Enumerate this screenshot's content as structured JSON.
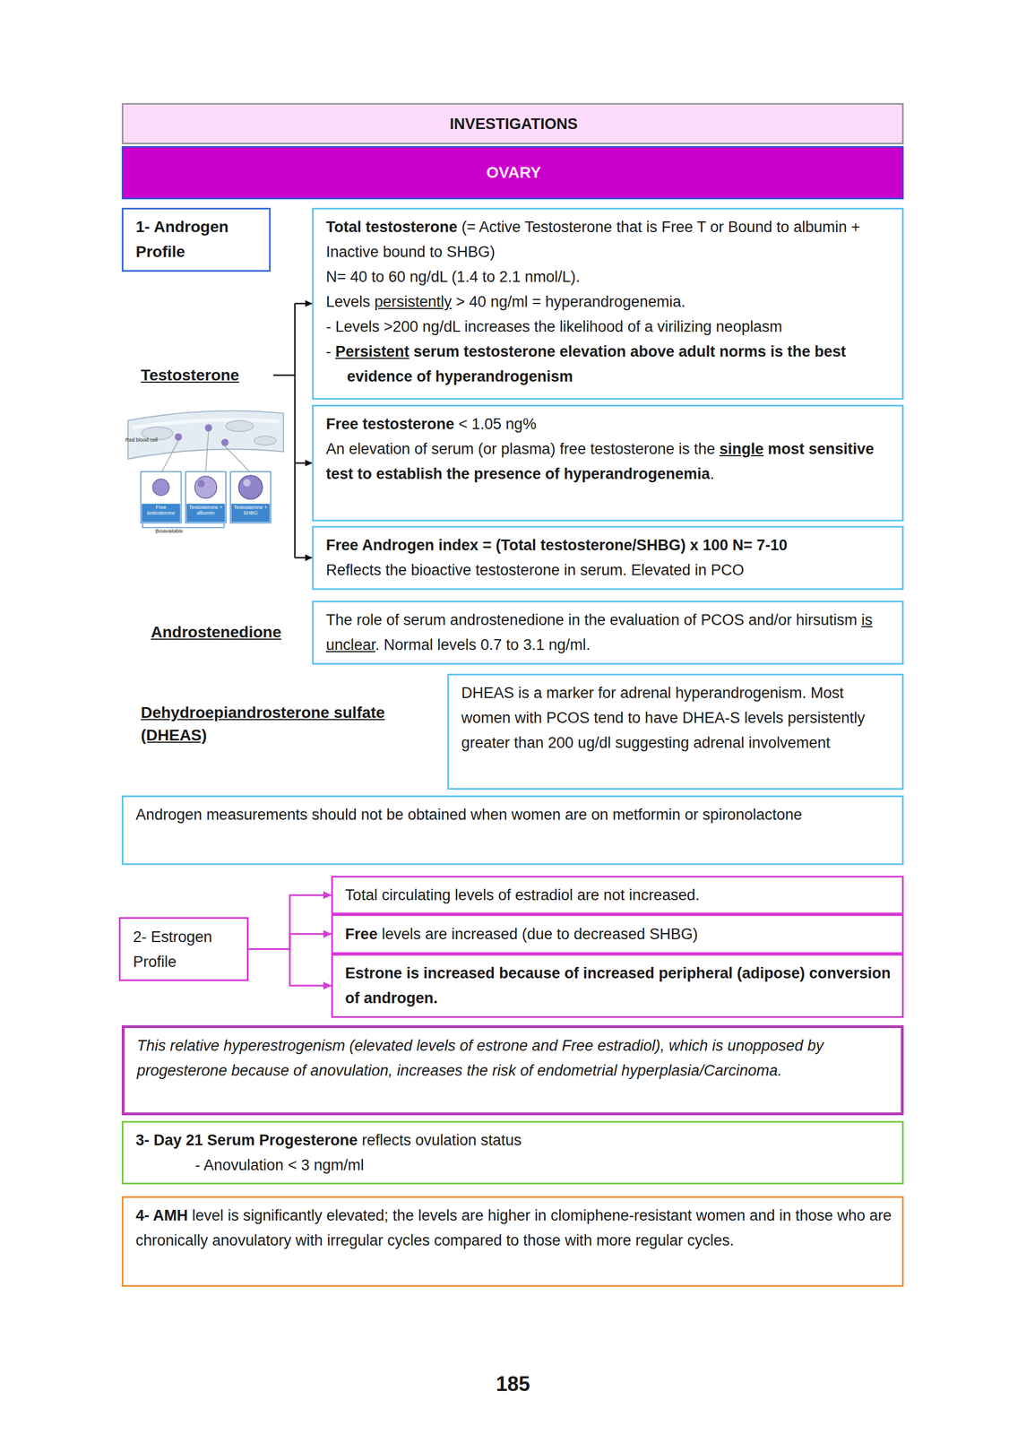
{
  "diagram": {
    "nodes": [
      {
        "text": [
          "INVESTIGATIONS"
        ]
      },
      {
        "text": [
          "OVARY"
        ]
      },
      {
        "text": [
          "1- Androgen Profile"
        ]
      },
      {
        "text": [
          "Total testosterone (= Active Testosterone that is Free T or Bound to albumin + Inactive bound to SHBG)",
          "N= 40 to 60 ng/dL (1.4 to 2.1 nmol/L).",
          "Levels persistently > 40 ng/ml = hyperandrogenemia.",
          "- Levels >200 ng/dL increases the likelihood of a virilizing neoplasm",
          "- Persistent serum testosterone elevation above adult norms is the best evidence of hyperandrogenism"
        ]
      },
      {
        "text": [
          "Free testosterone < 1.05 ng%",
          "An elevation of serum (or plasma) free testosterone is the single most sensitive test to establish the presence of hyperandrogenemia."
        ]
      },
      {
        "text": [
          "Free Androgen index = (Total testosterone/SHBG) x 100 N= 7-10",
          "Reflects the bioactive testosterone in serum. Elevated in PCO"
        ]
      },
      {
        "text": [
          "The role of serum androstenedione in the evaluation of PCOS and/or hirsutism is unclear. Normal levels 0.7 to 3.1 ng/ml."
        ]
      },
      {
        "text": [
          "DHEAS is a marker for adrenal hyperandrogenism. Most women with PCOS tend to have DHEA-S levels persistently greater than 200 ug/dl suggesting adrenal involvement"
        ]
      },
      {
        "text": [
          "Androgen measurements should not be obtained when women are on metformin or spironolactone"
        ]
      },
      {
        "text": [
          "2- Estrogen Profile"
        ]
      },
      {
        "text": [
          "Total circulating levels of estradiol are not increased."
        ]
      },
      {
        "text": [
          "Free levels are increased (due to decreased SHBG)"
        ]
      },
      {
        "text": [
          "Estrone is increased because of increased peripheral (adipose) conversion of androgen."
        ]
      },
      {
        "text": [
          "This relative hyperestrogenism (elevated levels of estrone and Free estradiol), which is unopposed by progesterone because of anovulation, increases the risk of endometrial hyperplasia/Carcinoma."
        ]
      },
      {
        "text": [
          "3- Day 21 Serum Progesterone reflects ovulation status",
          "- Anovulation < 3 ngm/ml"
        ]
      },
      {
        "text": [
          "4- AMH level is significantly elevated; the levels are higher in clomiphene-resistant women and in those who are chronically anovulatory with irregular cycles compared to those with more regular cycles."
        ]
      }
    ],
    "edges": [
      {
        "from": 9,
        "to": 10,
        "arrow": "to"
      },
      {
        "from": 9,
        "to": 11,
        "arrow": "to"
      },
      {
        "from": 9,
        "to": 12,
        "arrow": "to"
      }
    ],
    "labels": [
      "Testosterone",
      "Red blood cell",
      "Free testosterone",
      "Testosterone + albumin",
      "Testosterone + SHBG",
      "Bioavailable",
      "Androstenedione",
      "Dehydroepiandrosterone sulfate (DHEAS)",
      "185"
    ]
  }
}
